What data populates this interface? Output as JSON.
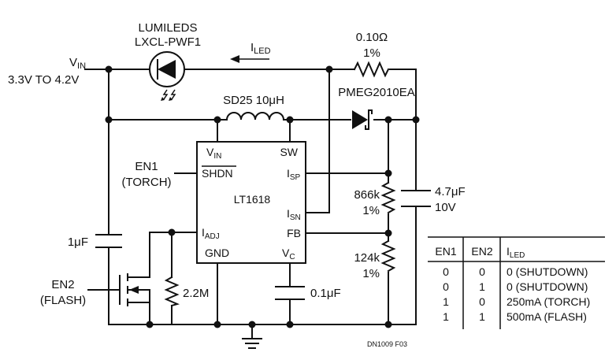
{
  "vin": {
    "main": "V",
    "sub": "IN",
    "range": "3.3V TO 4.2V"
  },
  "led": {
    "line1": "LUMILEDS",
    "line2": "LXCL-PWF1"
  },
  "iled": {
    "main": "I",
    "sub": "LED"
  },
  "sense_resistor": {
    "value": "0.10Ω",
    "tolerance": "1%"
  },
  "diode": {
    "part": "PMEG2010EA"
  },
  "inductor": {
    "label": "SD25 10μH"
  },
  "ic": {
    "name": "LT1618",
    "pins": {
      "vin_main": "V",
      "vin_sub": "IN",
      "sw": "SW",
      "shdn": "SHDN",
      "isp_main": "I",
      "isp_sub": "SP",
      "isn_main": "I",
      "isn_sub": "SN",
      "fb": "FB",
      "iadj_main": "I",
      "iadj_sub": "ADJ",
      "gnd": "GND",
      "vc_main": "V",
      "vc_sub": "C"
    }
  },
  "en1": {
    "line1": "EN1",
    "line2": "(TORCH)"
  },
  "en2": {
    "line1": "EN2",
    "line2": "(FLASH)"
  },
  "cap_in": "1μF",
  "cap_out": {
    "value": "4.7μF",
    "voltage": "10V"
  },
  "cap_vc": "0.1μF",
  "r_top": {
    "value": "866k",
    "tolerance": "1%"
  },
  "r_bot": {
    "value": "124k",
    "tolerance": "1%"
  },
  "r_gate": "2.2M",
  "truth_table": {
    "headers": [
      "EN1",
      "EN2",
      "I",
      "LED"
    ],
    "rows": [
      [
        "0",
        "0",
        "0 (SHUTDOWN)"
      ],
      [
        "0",
        "1",
        "0 (SHUTDOWN)"
      ],
      [
        "1",
        "0",
        "250mA (TORCH)"
      ],
      [
        "1",
        "1",
        "500mA (FLASH)"
      ]
    ]
  },
  "figure_id": "DN1009 F03"
}
